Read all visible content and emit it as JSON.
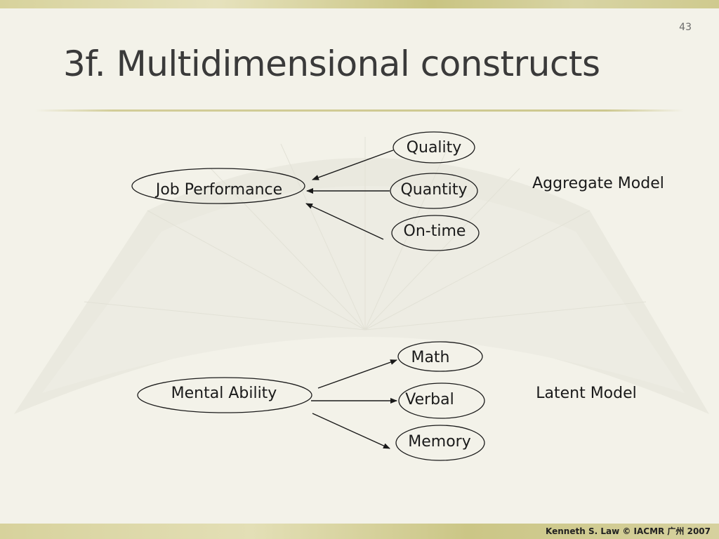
{
  "slide": {
    "number": "43",
    "title": "3f. Multidimensional constructs",
    "footer": "Kenneth S. Law © IACMR 广州 2007"
  },
  "aggregate_model": {
    "label": "Aggregate Model",
    "construct": "Job Performance",
    "dimensions": [
      "Quality",
      "Quantity",
      "On-time"
    ]
  },
  "latent_model": {
    "label": "Latent Model",
    "construct": "Mental Ability",
    "dimensions": [
      "Math",
      "Verbal",
      "Memory"
    ]
  }
}
